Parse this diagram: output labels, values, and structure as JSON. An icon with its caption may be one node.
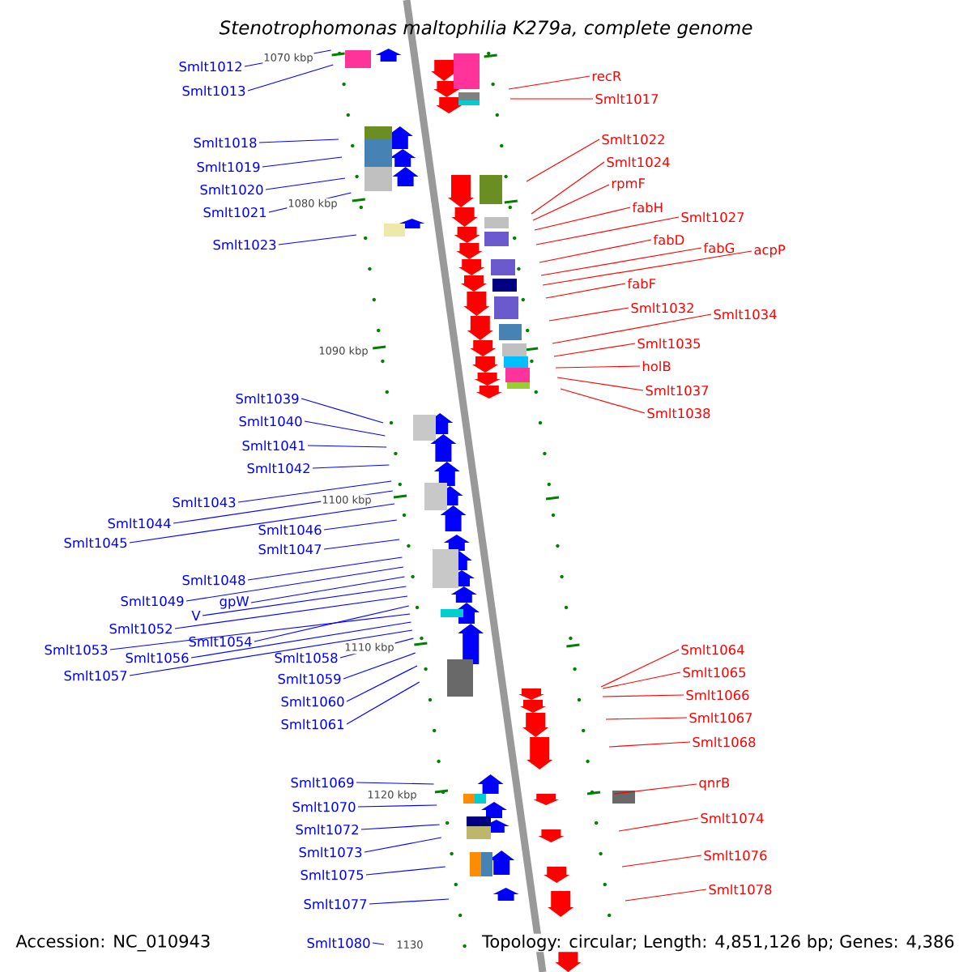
{
  "diagram": {
    "title": "Stenotrophomonas maltophilia K279a, complete genome",
    "nodes": [
      {
        "text": [
          "Smlt1012"
        ]
      },
      {
        "text": [
          "Smlt1013"
        ]
      },
      {
        "text": [
          "Smlt1018"
        ]
      },
      {
        "text": [
          "Smlt1019"
        ]
      },
      {
        "text": [
          "Smlt1020"
        ]
      },
      {
        "text": [
          "Smlt1021"
        ]
      },
      {
        "text": [
          "Smlt1023"
        ]
      },
      {
        "text": [
          "Smlt1039"
        ]
      },
      {
        "text": [
          "Smlt1040"
        ]
      },
      {
        "text": [
          "Smlt1041"
        ]
      },
      {
        "text": [
          "Smlt1042"
        ]
      },
      {
        "text": [
          "Smlt1043"
        ]
      },
      {
        "text": [
          "Smlt1044"
        ]
      },
      {
        "text": [
          "Smlt1045"
        ]
      },
      {
        "text": [
          "Smlt1046"
        ]
      },
      {
        "text": [
          "Smlt1047"
        ]
      },
      {
        "text": [
          "Smlt1048"
        ]
      },
      {
        "text": [
          "Smlt1049"
        ]
      },
      {
        "text": [
          "gpW"
        ]
      },
      {
        "text": [
          "V"
        ]
      },
      {
        "text": [
          "Smlt1052"
        ]
      },
      {
        "text": [
          "Smlt1054"
        ]
      },
      {
        "text": [
          "Smlt1053"
        ]
      },
      {
        "text": [
          "Smlt1056"
        ]
      },
      {
        "text": [
          "Smlt1058"
        ]
      },
      {
        "text": [
          "Smlt1057"
        ]
      },
      {
        "text": [
          "Smlt1059"
        ]
      },
      {
        "text": [
          "Smlt1060"
        ]
      },
      {
        "text": [
          "Smlt1061"
        ]
      },
      {
        "text": [
          "Smlt1069"
        ]
      },
      {
        "text": [
          "Smlt1070"
        ]
      },
      {
        "text": [
          "Smlt1072"
        ]
      },
      {
        "text": [
          "Smlt1073"
        ]
      },
      {
        "text": [
          "Smlt1075"
        ]
      },
      {
        "text": [
          "Smlt1077"
        ]
      },
      {
        "text": [
          "Smlt1080"
        ]
      },
      {
        "text": [
          "recR"
        ]
      },
      {
        "text": [
          "Smlt1017"
        ]
      },
      {
        "text": [
          "Smlt1022"
        ]
      },
      {
        "text": [
          "Smlt1024"
        ]
      },
      {
        "text": [
          "rpmF"
        ]
      },
      {
        "text": [
          "fabH"
        ]
      },
      {
        "text": [
          "Smlt1027"
        ]
      },
      {
        "text": [
          "fabD"
        ]
      },
      {
        "text": [
          "fabG"
        ]
      },
      {
        "text": [
          "acpP"
        ]
      },
      {
        "text": [
          "fabF"
        ]
      },
      {
        "text": [
          "Smlt1032"
        ]
      },
      {
        "text": [
          "Smlt1034"
        ]
      },
      {
        "text": [
          "Smlt1035"
        ]
      },
      {
        "text": [
          "holB"
        ]
      },
      {
        "text": [
          "Smlt1037"
        ]
      },
      {
        "text": [
          "Smlt1038"
        ]
      },
      {
        "text": [
          "Smlt1064"
        ]
      },
      {
        "text": [
          "Smlt1065"
        ]
      },
      {
        "text": [
          "Smlt1066"
        ]
      },
      {
        "text": [
          "Smlt1067"
        ]
      },
      {
        "text": [
          "Smlt1068"
        ]
      },
      {
        "text": [
          "qnrB"
        ]
      },
      {
        "text": [
          "Smlt1074"
        ]
      },
      {
        "text": [
          "Smlt1076"
        ]
      },
      {
        "text": [
          "Smlt1078"
        ]
      }
    ],
    "edges": [
      {
        "from": 0,
        "to": null,
        "arrow": "none"
      },
      {
        "from": 1,
        "to": null,
        "arrow": "none"
      },
      {
        "from": 2,
        "to": null,
        "arrow": "none"
      },
      {
        "from": 3,
        "to": null,
        "arrow": "none"
      },
      {
        "from": 4,
        "to": null,
        "arrow": "none"
      },
      {
        "from": 5,
        "to": null,
        "arrow": "none"
      },
      {
        "from": 6,
        "to": null,
        "arrow": "none"
      },
      {
        "from": 7,
        "to": null,
        "arrow": "none"
      },
      {
        "from": 8,
        "to": null,
        "arrow": "none"
      },
      {
        "from": 9,
        "to": null,
        "arrow": "none"
      },
      {
        "from": 10,
        "to": null,
        "arrow": "none"
      },
      {
        "from": 11,
        "to": null,
        "arrow": "none"
      },
      {
        "from": 12,
        "to": null,
        "arrow": "none"
      },
      {
        "from": 13,
        "to": null,
        "arrow": "none"
      },
      {
        "from": 14,
        "to": null,
        "arrow": "none"
      },
      {
        "from": 15,
        "to": null,
        "arrow": "none"
      },
      {
        "from": 16,
        "to": null,
        "arrow": "none"
      },
      {
        "from": 17,
        "to": null,
        "arrow": "none"
      },
      {
        "from": 18,
        "to": null,
        "arrow": "none"
      },
      {
        "from": 19,
        "to": null,
        "arrow": "none"
      },
      {
        "from": 20,
        "to": null,
        "arrow": "none"
      },
      {
        "from": 21,
        "to": null,
        "arrow": "none"
      },
      {
        "from": 22,
        "to": null,
        "arrow": "none"
      },
      {
        "from": 23,
        "to": null,
        "arrow": "none"
      },
      {
        "from": 24,
        "to": null,
        "arrow": "none"
      },
      {
        "from": 25,
        "to": null,
        "arrow": "none"
      },
      {
        "from": 26,
        "to": null,
        "arrow": "none"
      },
      {
        "from": 27,
        "to": null,
        "arrow": "none"
      },
      {
        "from": 28,
        "to": null,
        "arrow": "none"
      },
      {
        "from": 29,
        "to": null,
        "arrow": "none"
      },
      {
        "from": 30,
        "to": null,
        "arrow": "none"
      },
      {
        "from": 31,
        "to": null,
        "arrow": "none"
      },
      {
        "from": 32,
        "to": null,
        "arrow": "none"
      },
      {
        "from": 33,
        "to": null,
        "arrow": "none"
      },
      {
        "from": 34,
        "to": null,
        "arrow": "none"
      },
      {
        "from": 35,
        "to": null,
        "arrow": "none"
      },
      {
        "from": 36,
        "to": null,
        "arrow": "none",
        "color": "#ff0000"
      },
      {
        "from": 37,
        "to": null,
        "arrow": "none",
        "color": "#ff0000"
      },
      {
        "from": 38,
        "to": null,
        "arrow": "none",
        "color": "#ff0000"
      },
      {
        "from": 39,
        "to": null,
        "arrow": "none",
        "color": "#ff0000"
      },
      {
        "from": 40,
        "to": null,
        "arrow": "none",
        "color": "#ff0000"
      },
      {
        "from": 41,
        "to": null,
        "arrow": "none",
        "color": "#ff0000"
      },
      {
        "from": 42,
        "to": null,
        "arrow": "none",
        "color": "#ff0000"
      },
      {
        "from": 43,
        "to": null,
        "arrow": "none",
        "color": "#ff0000"
      },
      {
        "from": 44,
        "to": null,
        "arrow": "none",
        "color": "#ff0000"
      },
      {
        "from": 45,
        "to": null,
        "arrow": "none",
        "color": "#ff0000"
      },
      {
        "from": 46,
        "to": null,
        "arrow": "none",
        "color": "#ff0000"
      },
      {
        "from": 47,
        "to": null,
        "arrow": "none",
        "color": "#ff0000"
      },
      {
        "from": 48,
        "to": null,
        "arrow": "none",
        "color": "#ff0000"
      },
      {
        "from": 49,
        "to": null,
        "arrow": "none",
        "color": "#ff0000"
      },
      {
        "from": 50,
        "to": null,
        "arrow": "none",
        "color": "#ff0000"
      },
      {
        "from": 51,
        "to": null,
        "arrow": "none",
        "color": "#ff0000"
      },
      {
        "from": 52,
        "to": null,
        "arrow": "none",
        "color": "#ff0000"
      },
      {
        "from": 53,
        "to": null,
        "arrow": "none",
        "color": "#ff0000"
      },
      {
        "from": 54,
        "to": null,
        "arrow": "none",
        "color": "#ff0000"
      },
      {
        "from": 55,
        "to": null,
        "arrow": "none",
        "color": "#ff0000"
      },
      {
        "from": 56,
        "to": null,
        "arrow": "none",
        "color": "#ff0000"
      },
      {
        "from": 57,
        "to": null,
        "arrow": "none",
        "color": "#ff0000"
      },
      {
        "from": 58,
        "to": null,
        "arrow": "none",
        "color": "#ff0000"
      },
      {
        "from": 59,
        "to": null,
        "arrow": "none",
        "color": "#ff0000"
      },
      {
        "from": 60,
        "to": null,
        "arrow": "none",
        "color": "#ff0000"
      },
      {
        "from": 61,
        "to": null,
        "arrow": "none",
        "color": "#ff0000"
      }
    ],
    "labels": [
      "1070 kbp",
      "1080 kbp",
      "1090 kbp",
      "1100 kbp",
      "1110 kbp",
      "1120 kbp",
      "1130",
      "Accession: NC_010943",
      "Topology: circular; Length: 4,851,126 bp; Genes: 4,386"
    ]
  }
}
